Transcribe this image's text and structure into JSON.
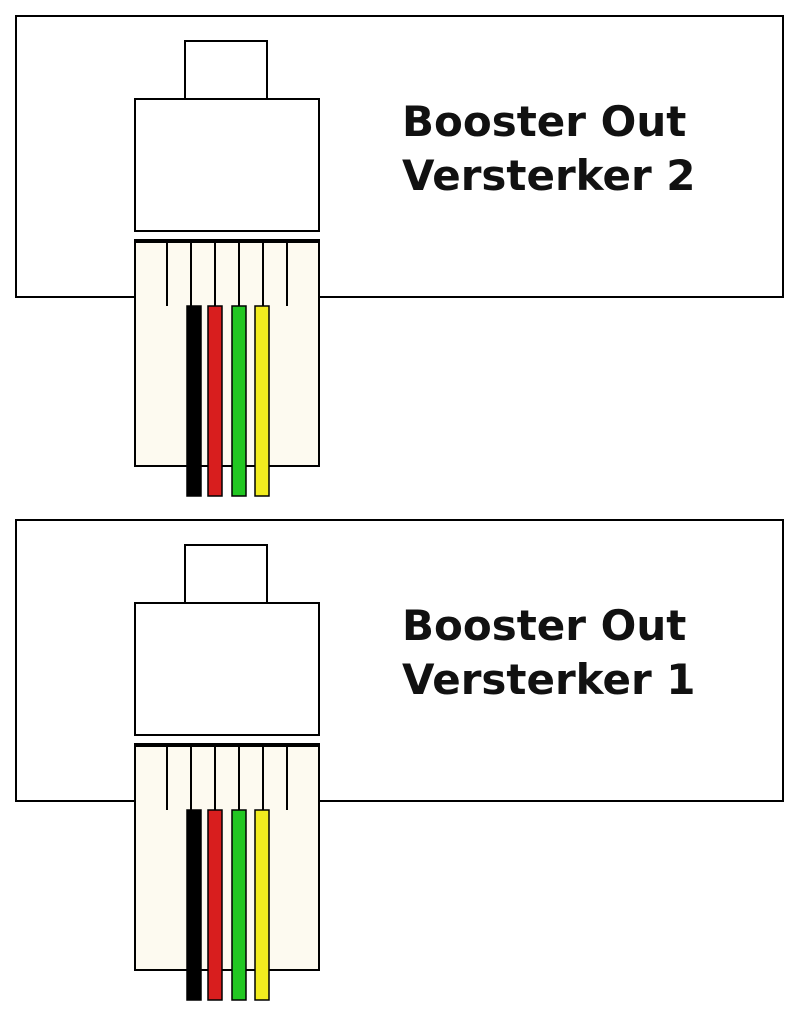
{
  "panels": [
    {
      "title_line1": "Booster Out",
      "title_line2": "Versterker 2"
    },
    {
      "title_line1": "Booster Out",
      "title_line2": "Versterker 1"
    }
  ],
  "wire_colors": [
    "#000000",
    "#d81e1e",
    "#22c722",
    "#f2ec1f"
  ],
  "colors": {
    "outline": "#000000",
    "plug_body": "#ffffff",
    "contact_area": "#fdfaf0"
  }
}
